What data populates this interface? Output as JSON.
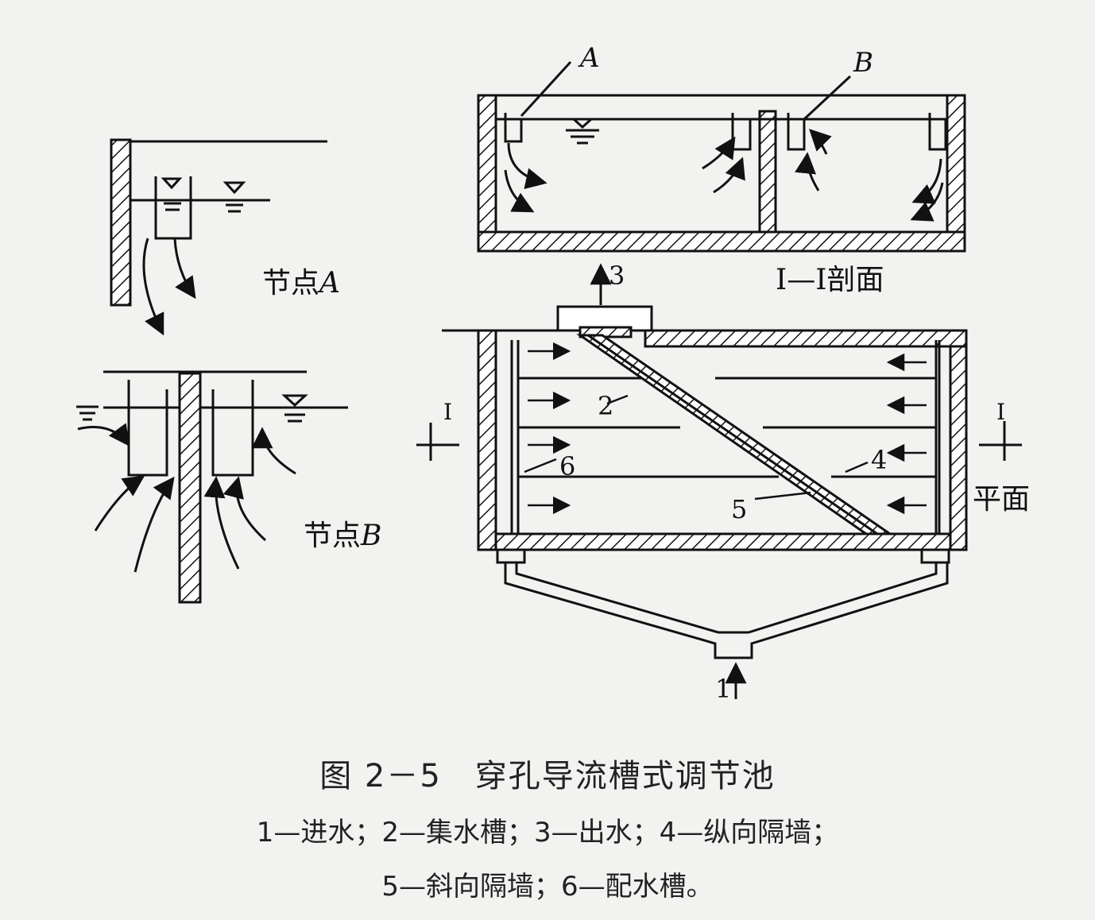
{
  "figure": {
    "labels": {
      "A": "A",
      "B": "B",
      "node_a": "节点",
      "node_a_letter": "A",
      "node_b": "节点",
      "node_b_letter": "B",
      "section": "I—I剖面",
      "plan": "平面",
      "section_mark_left": "I",
      "section_mark_right": "I",
      "n1": "1",
      "n2": "2",
      "n3": "3",
      "n4": "4",
      "n5": "5",
      "n6": "6"
    }
  },
  "caption": {
    "title": "图 2－5　穿孔导流槽式调节池",
    "line1": "1—进水；2—集水槽；3—出水；4—纵向隔墙；",
    "line2": "5—斜向隔墙；6—配水槽。"
  }
}
